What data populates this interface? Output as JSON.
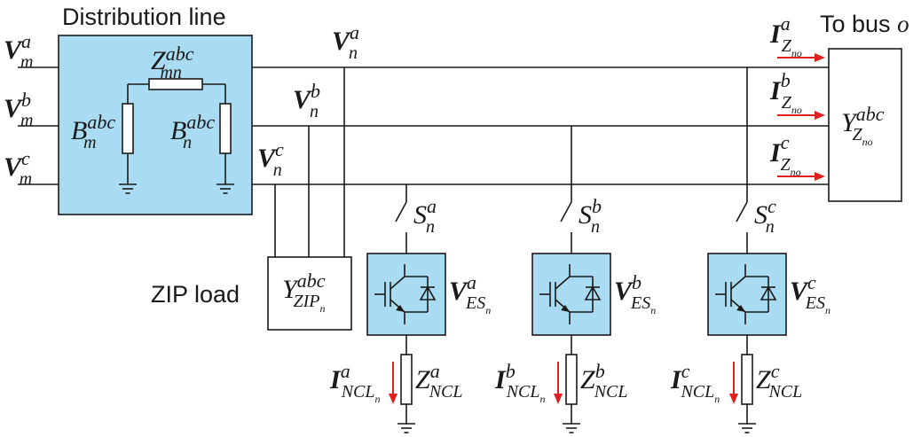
{
  "line": {
    "title": "Distribution line"
  },
  "to_bus": {
    "text": "To bus ",
    "node": "o"
  },
  "zip_load": {
    "label": "ZIP load"
  },
  "vm": [
    {
      "sym": "V",
      "sup": "a",
      "sub": "m"
    },
    {
      "sym": "V",
      "sup": "b",
      "sub": "m"
    },
    {
      "sym": "V",
      "sup": "c",
      "sub": "m"
    }
  ],
  "vn": [
    {
      "sym": "V",
      "sup": "a",
      "sub": "n"
    },
    {
      "sym": "V",
      "sup": "b",
      "sub": "n"
    },
    {
      "sym": "V",
      "sup": "c",
      "sub": "n"
    }
  ],
  "zmn": {
    "sym": "Z",
    "sup": "abc",
    "sub": "mn"
  },
  "bm": {
    "sym": "B",
    "sup": "abc",
    "sub": "m"
  },
  "bn": {
    "sym": "B",
    "sup": "abc",
    "sub": "n"
  },
  "yzno": {
    "sym": "Y",
    "sup": "abc",
    "sub": "Z",
    "subsub": "no"
  },
  "yzip": {
    "sym": "Y",
    "sup": "abc",
    "sub": "ZIP",
    "subsub": "n"
  },
  "izno": [
    {
      "sym": "I",
      "sup": "a",
      "sub": "Z",
      "subsub": "no"
    },
    {
      "sym": "I",
      "sup": "b",
      "sub": "Z",
      "subsub": "no"
    },
    {
      "sym": "I",
      "sup": "c",
      "sub": "Z",
      "subsub": "no"
    }
  ],
  "sn": [
    {
      "sym": "S",
      "sup": "a",
      "sub": "n"
    },
    {
      "sym": "S",
      "sup": "b",
      "sub": "n"
    },
    {
      "sym": "S",
      "sup": "c",
      "sub": "n"
    }
  ],
  "ves": [
    {
      "sym": "V",
      "sup": "a",
      "sub": "ES",
      "subsub": "n"
    },
    {
      "sym": "V",
      "sup": "b",
      "sub": "ES",
      "subsub": "n"
    },
    {
      "sym": "V",
      "sup": "c",
      "sub": "ES",
      "subsub": "n"
    }
  ],
  "incl": [
    {
      "sym": "I",
      "sup": "a",
      "sub": "NCL",
      "subsub": "n"
    },
    {
      "sym": "I",
      "sup": "b",
      "sub": "NCL",
      "subsub": "n"
    },
    {
      "sym": "I",
      "sup": "c",
      "sub": "NCL",
      "subsub": "n"
    }
  ],
  "zncl": [
    {
      "sym": "Z",
      "sup": "a",
      "sub": "NCL"
    },
    {
      "sym": "Z",
      "sup": "b",
      "sub": "NCL"
    },
    {
      "sym": "Z",
      "sup": "c",
      "sub": "NCL"
    }
  ]
}
